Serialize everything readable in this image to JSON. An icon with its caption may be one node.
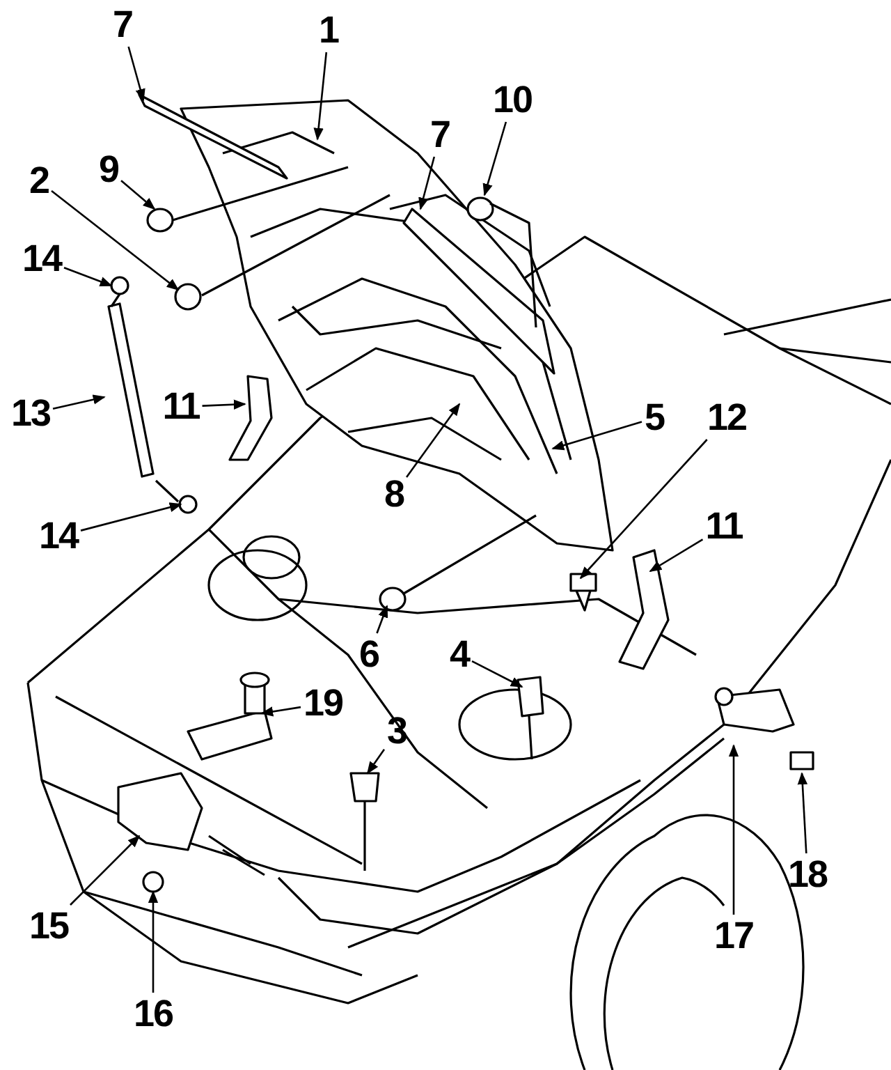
{
  "diagram": {
    "nodes": [
      {
        "text": [
          "7"
        ]
      },
      {
        "text": [
          "1"
        ]
      },
      {
        "text": [
          "10"
        ]
      },
      {
        "text": [
          "2"
        ]
      },
      {
        "text": [
          "9"
        ]
      },
      {
        "text": [
          "7"
        ]
      },
      {
        "text": [
          "14"
        ]
      },
      {
        "text": [
          "13"
        ]
      },
      {
        "text": [
          "11"
        ]
      },
      {
        "text": [
          "12"
        ]
      },
      {
        "text": [
          "5"
        ]
      },
      {
        "text": [
          "8"
        ]
      },
      {
        "text": [
          "14"
        ]
      },
      {
        "text": [
          "11"
        ]
      },
      {
        "text": [
          "6"
        ]
      },
      {
        "text": [
          "4"
        ]
      },
      {
        "text": [
          "19"
        ]
      },
      {
        "text": [
          "3"
        ]
      },
      {
        "text": [
          "15"
        ]
      },
      {
        "text": [
          "16"
        ]
      },
      {
        "text": [
          "17"
        ]
      },
      {
        "text": [
          "18"
        ]
      }
    ],
    "edges": [
      {
        "from": 0,
        "to": null,
        "arrow": "to"
      },
      {
        "from": 1,
        "to": null,
        "arrow": "to"
      },
      {
        "from": 2,
        "to": null,
        "arrow": "to"
      },
      {
        "from": 3,
        "to": null,
        "arrow": "to"
      },
      {
        "from": 4,
        "to": null,
        "arrow": "to"
      },
      {
        "from": 5,
        "to": null,
        "arrow": "to"
      },
      {
        "from": 6,
        "to": null,
        "arrow": "to"
      },
      {
        "from": 7,
        "to": null,
        "arrow": "to"
      },
      {
        "from": 8,
        "to": null,
        "arrow": "to"
      },
      {
        "from": 9,
        "to": null,
        "arrow": "to"
      },
      {
        "from": 10,
        "to": null,
        "arrow": "to"
      },
      {
        "from": 11,
        "to": null,
        "arrow": "to"
      },
      {
        "from": 12,
        "to": null,
        "arrow": "to"
      },
      {
        "from": 13,
        "to": null,
        "arrow": "to"
      },
      {
        "from": 14,
        "to": null,
        "arrow": "to"
      },
      {
        "from": 15,
        "to": null,
        "arrow": "to"
      },
      {
        "from": 16,
        "to": null,
        "arrow": "to"
      },
      {
        "from": 17,
        "to": null,
        "arrow": "to"
      },
      {
        "from": 18,
        "to": null,
        "arrow": "to"
      },
      {
        "from": 19,
        "to": null,
        "arrow": "to"
      },
      {
        "from": 20,
        "to": null,
        "arrow": "to"
      },
      {
        "from": 21,
        "to": null,
        "arrow": "to"
      }
    ]
  }
}
